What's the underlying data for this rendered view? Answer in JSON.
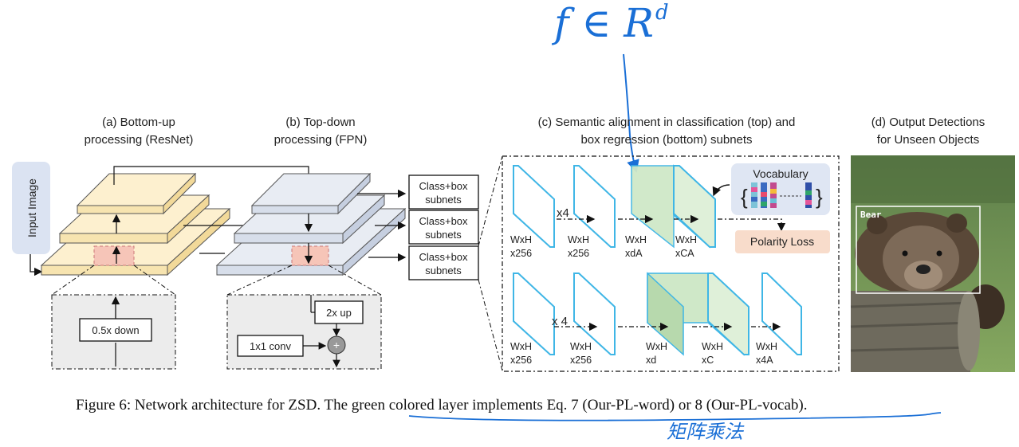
{
  "annotation": {
    "math_text": "f ∈ R",
    "math_superscript": "d",
    "chinese_note": "矩阵乘法",
    "ink_color": "#1a6fd6"
  },
  "panels": {
    "a": {
      "title_line1": "(a)  Bottom-up",
      "title_line2": "processing (ResNet)",
      "down_label": "0.5x down"
    },
    "b": {
      "title_line1": "(b) Top-down",
      "title_line2": "processing (FPN)",
      "conv_label": "1x1 conv",
      "up_label": "2x up",
      "plus": "+"
    },
    "input_label": "Input Image",
    "subnets": [
      "Class+box",
      "subnets"
    ],
    "c": {
      "title_line1": "(c) Semantic alignment in classification (top) and",
      "title_line2": "box regression (bottom) subnets",
      "vocabulary": "Vocabulary",
      "polarity_loss": "Polarity Loss",
      "x4_top": "x4",
      "x4_bottom": "x 4",
      "top_labels": [
        [
          "WxH",
          "x256"
        ],
        [
          "WxH",
          "x256"
        ],
        [
          "WxH",
          "xdA"
        ],
        [
          "WxH",
          "xCA"
        ]
      ],
      "bottom_labels": [
        [
          "WxH",
          "x256"
        ],
        [
          "WxH",
          "x256"
        ],
        [
          "WxH",
          "xd"
        ],
        [
          "WxH",
          "xC"
        ],
        [
          "WxH",
          "x4A"
        ]
      ]
    },
    "d": {
      "title_line1": "(d) Output Detections",
      "title_line2": "for Unseen Objects",
      "box_label": "Bear"
    }
  },
  "caption": {
    "prefix": "Figure 6:",
    "text_plain": " Network architecture for ZSD. The ",
    "text_underlined": "green colored layer implements Eq. 7 (Our-PL-word) or 8 (Our-PL-vocab)",
    "suffix": "."
  },
  "colors": {
    "resnet_fill": "#fdf0cf",
    "fpn_fill": "#e8ecf3",
    "cyan_edge": "#3fb6e6",
    "green_layer": "#cfe8c8",
    "vocab_bg": "#dfe6f3",
    "polarity_bg": "#f8dccb",
    "input_bg": "#dbe3f2",
    "dashed_box_bg": "#ececec"
  }
}
